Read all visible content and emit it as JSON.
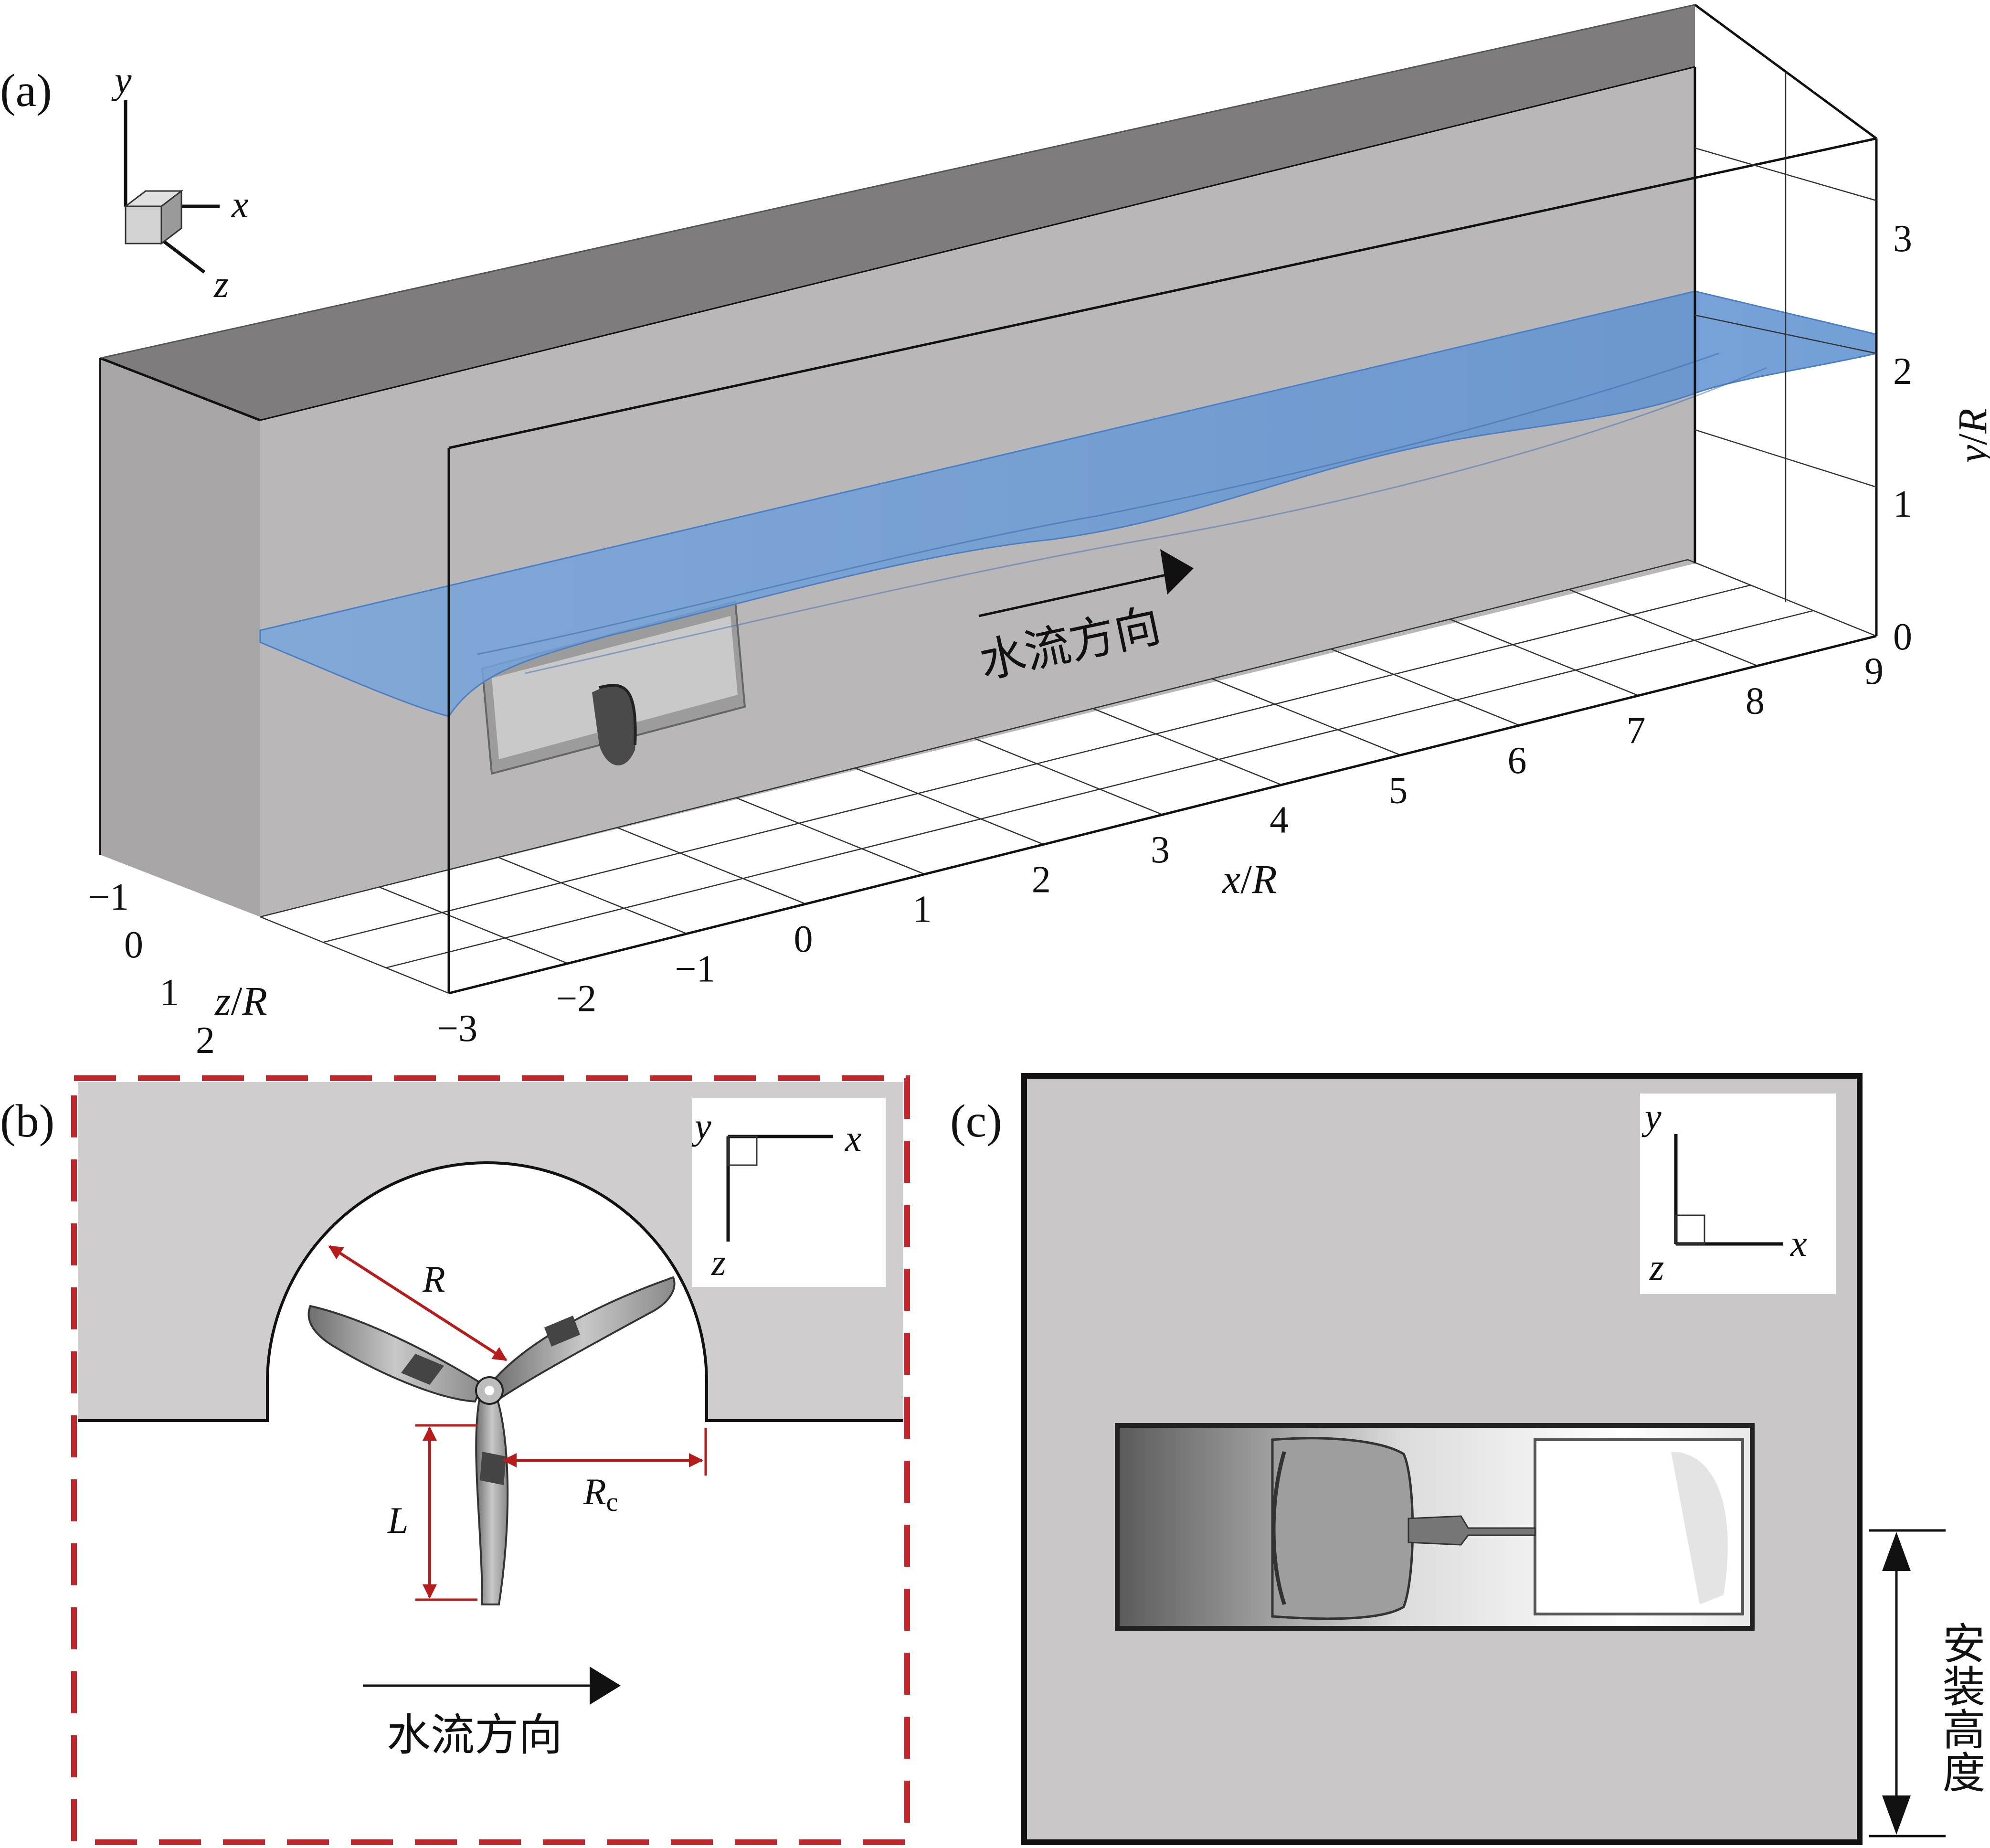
{
  "panels": {
    "a": {
      "tag": "(a)",
      "triad": {
        "y": "y",
        "x": "x",
        "z": "z"
      },
      "flow_label": "水流方向",
      "x_axis": {
        "title_var": "x",
        "title_sep": "/",
        "title_ref": "R",
        "ticks": [
          "−3",
          "−2",
          "−1",
          "0",
          "1",
          "2",
          "3",
          "4",
          "5",
          "6",
          "7",
          "8",
          "9"
        ]
      },
      "y_axis": {
        "title_var": "y",
        "title_sep": "/",
        "title_ref": "R",
        "ticks": [
          "0",
          "1",
          "2",
          "3"
        ]
      },
      "z_axis": {
        "title_var": "z",
        "title_sep": "/",
        "title_ref": "R",
        "ticks": [
          "−1",
          "0",
          "1",
          "2"
        ]
      }
    },
    "b": {
      "tag": "(b)",
      "triad": {
        "y": "y",
        "x": "x",
        "z": "z"
      },
      "dims": {
        "R": "R",
        "L": "L",
        "Rc_main": "R",
        "Rc_sub": "c"
      },
      "flow_label": "水流方向"
    },
    "c": {
      "tag": "(c)",
      "triad": {
        "y": "y",
        "x": "x",
        "z": "z"
      },
      "height_label": "安装高度"
    }
  },
  "colors": {
    "box_dark": "#7f7d7d",
    "box_mid": "#a8a6a6",
    "back_wall": "#b9b7b7",
    "water": "#5b8fd1",
    "panel_b_border": "#c0282d",
    "dim_red": "#b71c1c",
    "panel_c_bg": "#c9c7c8"
  }
}
